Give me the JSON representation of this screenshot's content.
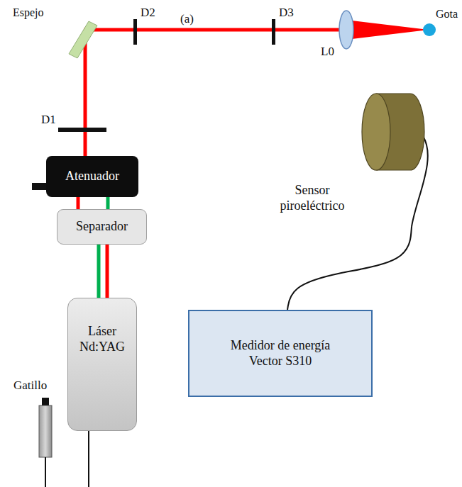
{
  "diagram": {
    "nodes": [
      {
        "text": [
          "Atenuador"
        ]
      },
      {
        "text": [
          "Separador"
        ]
      },
      {
        "text": [
          "Láser Nd:YAG"
        ]
      },
      {
        "text": [
          "Sensor piroeléctrico"
        ]
      },
      {
        "text": [
          "Medidor de energía Vector S310"
        ]
      }
    ],
    "edges": [
      {
        "from": 2,
        "to": 1,
        "arrow": "none"
      },
      {
        "from": 1,
        "to": 0,
        "arrow": "none"
      },
      {
        "from": 3,
        "to": 4,
        "arrow": "none"
      }
    ],
    "labels": [
      "Espejo",
      "D2",
      "(a)",
      "D3",
      "L0",
      "Gota",
      "D1",
      "Gatillo"
    ]
  }
}
